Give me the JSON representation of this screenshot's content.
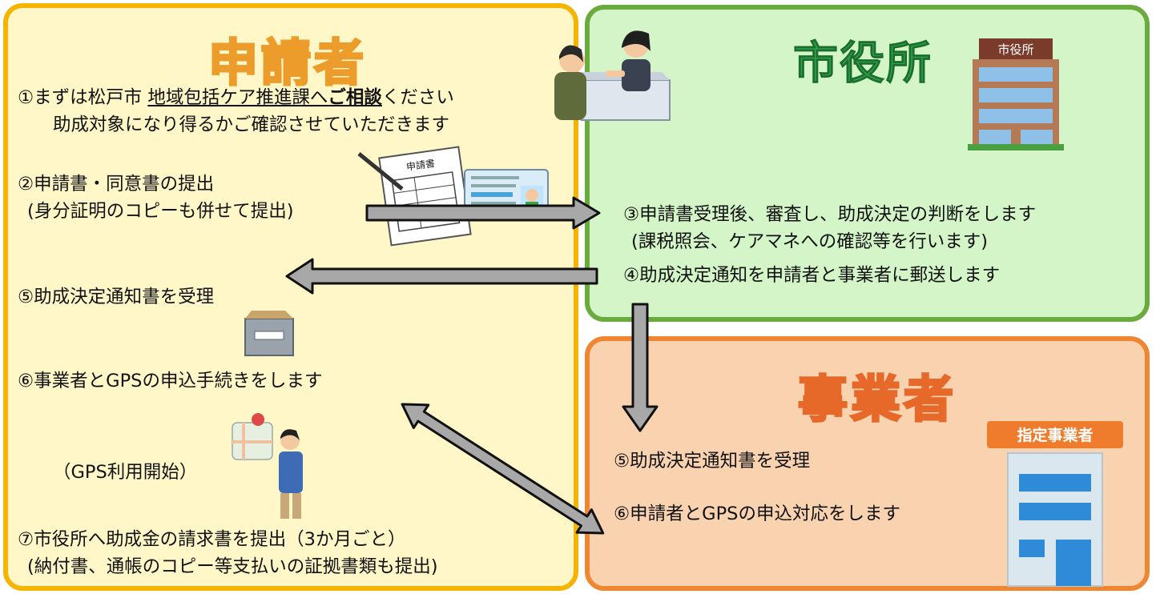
{
  "applicant": {
    "title": "申請者",
    "step1": {
      "prefix": "①まずは松戸市 ",
      "dept": "地域包括ケア推進課へ",
      "consult": "ご相談",
      "suffix": "ください"
    },
    "step1_line2": "助成対象になり得るかご確認させていただきます",
    "step2_line1": "②申請書・同意書の提出",
    "step2_line2": "(身分証明のコピーも併せて提出)",
    "step5": "⑤助成決定通知書を受理",
    "step6": "⑥事業者とGPSの申込手続きをします",
    "gps_start": "（GPS利用開始）",
    "step7_line1": "⑦市役所へ助成金の請求書を提出（3か月ごと）",
    "step7_line2": "(納付書、通帳のコピー等支払いの証拠書類も提出)",
    "form_label": "申請書"
  },
  "city": {
    "title": "市役所",
    "building_sign": "市役所",
    "step3_line1": "③申請書受理後、審査し、助成決定の判断をします",
    "step3_line2": "(課税照会、ケアマネへの確認等を行います)",
    "step4": "④助成決定通知を申請者と事業者に郵送します"
  },
  "business": {
    "title": "事業者",
    "sign": "指定事業者",
    "step5": "⑤助成決定通知書を受理",
    "step6": "⑥申請者とGPSの申込対応をします"
  },
  "colors": {
    "applicant_border": "#f5b400",
    "applicant_bg": "#fff7c7",
    "city_border": "#6aab3e",
    "city_bg": "#d4f5c8",
    "business_border": "#ee8632",
    "business_bg": "#f9d2b0",
    "arrow_fill": "#a8a8a8",
    "arrow_outline": "#111111"
  }
}
